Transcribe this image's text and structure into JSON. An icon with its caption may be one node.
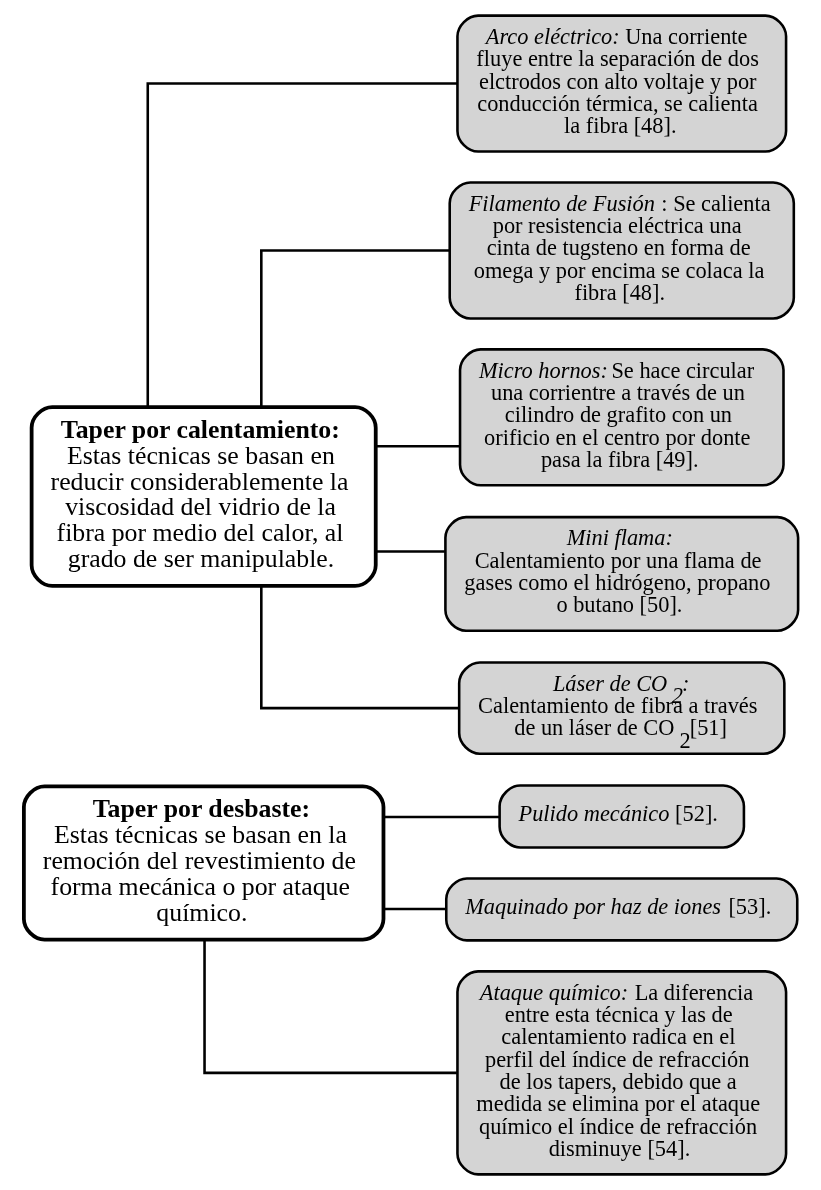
{
  "diagram": {
    "nodes": [
      {
        "text": [
          "Taper por calentamiento:",
          "Estas técnicas se basan en reducir considerablemente la viscosidad del vidrio de la fibra por medio del calor, al grado de ser manipulable."
        ]
      },
      {
        "text": [
          "*Arco eléctrico:* Una corriente fluye entre la separación de dos elctrodos con alto voltaje y por conducción térmica, se calienta la fibra [48]."
        ]
      },
      {
        "text": [
          "*Filamento de Fusión*: Se calienta por resistencia eléctrica una cinta de tugsteno en forma de omega y por encima se colaca la fibra [48]."
        ]
      },
      {
        "text": [
          "*Micro hornos:* Se hace circular una corrientre a través de un cilindro de grafito con un orificio en el centro por donte pasa la fibra [49]."
        ]
      },
      {
        "text": [
          "*Mini flama:*",
          "Calentamiento por una flama de gases como el hidrógeno, propano o butano [50]."
        ]
      },
      {
        "text": [
          "*Láser de CO$_{2}$:*",
          "Calentamiento de fibra a través de un láser de CO$_{2}$[51]"
        ]
      },
      {
        "text": [
          "Taper por desbaste:",
          "Estas técnicas se basan en la remoción del revestimiento de forma mecánica o por ataque químico."
        ]
      },
      {
        "text": [
          "*Pulido mecánico* [52]."
        ]
      },
      {
        "text": [
          "*Maquinado por haz de iones* [53]."
        ]
      },
      {
        "text": [
          "*Ataque químico:* La diferencia entre esta técnica y las de calentamiento radica en el perfil del índice de refracción de los tapers, debido que a medida se elimina por el ataque químico el índice de refracción disminuye [54]."
        ]
      }
    ],
    "edges": [
      {
        "from": 0,
        "to": 1,
        "arrow": "none"
      },
      {
        "from": 0,
        "to": 2,
        "arrow": "none"
      },
      {
        "from": 0,
        "to": 3,
        "arrow": "none"
      },
      {
        "from": 0,
        "to": 4,
        "arrow": "none"
      },
      {
        "from": 0,
        "to": 5,
        "arrow": "none"
      },
      {
        "from": 6,
        "to": 7,
        "arrow": "none"
      },
      {
        "from": 6,
        "to": 8,
        "arrow": "none"
      },
      {
        "from": 6,
        "to": 9,
        "arrow": "none"
      }
    ]
  }
}
